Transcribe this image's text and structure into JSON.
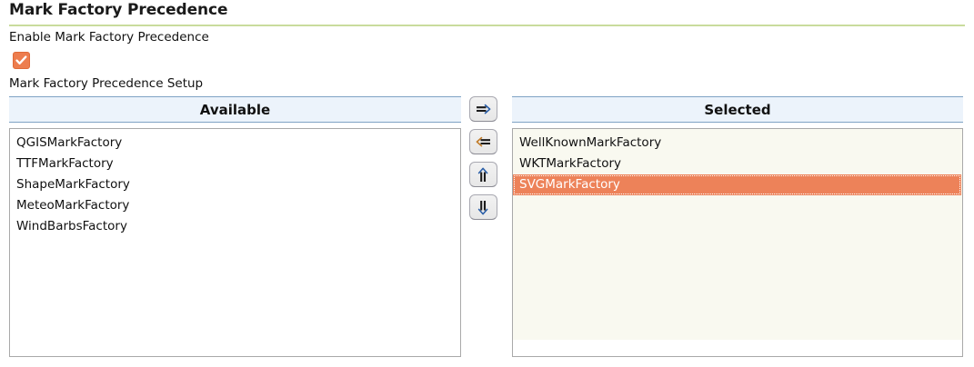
{
  "header": {
    "title": "Mark Factory Precedence",
    "enable_label": "Enable Mark Factory Precedence",
    "setup_label": "Mark Factory Precedence Setup",
    "enable_checked": true,
    "rule_color": "#c9dc9d",
    "checkbox_color": "#ed7d4e"
  },
  "palette": {
    "available": {
      "header": "Available",
      "items": [
        {
          "label": "QGISMarkFactory"
        },
        {
          "label": "TTFMarkFactory"
        },
        {
          "label": "ShapeMarkFactory"
        },
        {
          "label": "MeteoMarkFactory"
        },
        {
          "label": "WindBarbsFactory"
        }
      ]
    },
    "selected": {
      "header": "Selected",
      "items": [
        {
          "label": "WellKnownMarkFactory",
          "highlighted": false
        },
        {
          "label": "WKTMarkFactory",
          "highlighted": false
        },
        {
          "label": "SVGMarkFactory",
          "highlighted": true
        }
      ]
    },
    "buttons": [
      {
        "name": "add-button",
        "icon": "arrow-right-icon",
        "title": "Add"
      },
      {
        "name": "remove-button",
        "icon": "arrow-left-icon",
        "title": "Remove"
      },
      {
        "name": "move-up-button",
        "icon": "arrow-up-icon",
        "title": "Move up"
      },
      {
        "name": "move-down-button",
        "icon": "arrow-down-icon",
        "title": "Move down"
      }
    ],
    "colors": {
      "header_bg": "#ecf3fb",
      "header_border": "#7fa3c4",
      "selected_bg": "#f9f9f0",
      "highlight_bg": "#ed8259"
    }
  }
}
